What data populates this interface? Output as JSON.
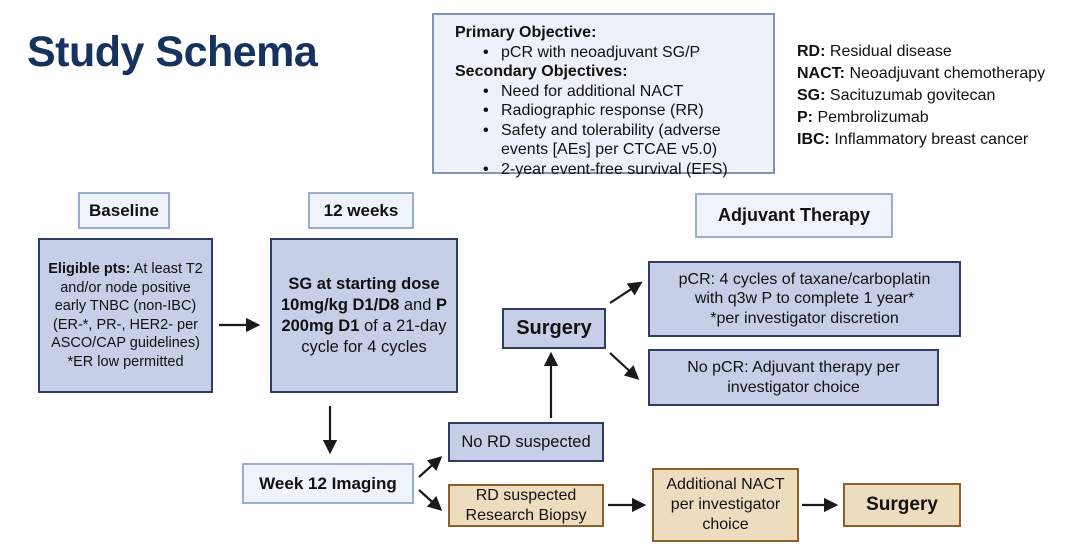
{
  "title": "Study Schema",
  "colors": {
    "title_navy": "#16325f",
    "node_blue_fill": "#c7cfe8",
    "node_blue_border": "#2f3c63",
    "label_light_fill": "#eff3fb",
    "label_light_border": "#9aadd0",
    "node_tan_fill": "#edddbe",
    "node_tan_border": "#8d5f2b",
    "arrow_black": "#1a1a1a"
  },
  "objectives": {
    "primary_label": "Primary Objective:",
    "primary_items": [
      "pCR with neoadjuvant SG/P"
    ],
    "secondary_label": "Secondary Objectives:",
    "secondary_items": [
      "Need for additional NACT",
      "Radiographic response (RR)",
      "Safety and tolerability (adverse events [AEs] per CTCAE v5.0)",
      "2-year event-free survival (EFS)"
    ]
  },
  "legend": [
    {
      "term": "RD:",
      "definition": "Residual disease"
    },
    {
      "term": "NACT:",
      "definition": "Neoadjuvant chemotherapy"
    },
    {
      "term": "SG:",
      "definition": "Sacituzumab govitecan"
    },
    {
      "term": "P:",
      "definition": "Pembrolizumab"
    },
    {
      "term": "IBC:",
      "definition": "Inflammatory breast cancer"
    }
  ],
  "stage_labels": {
    "baseline": "Baseline",
    "twelve_weeks": "12 weeks",
    "adjuvant_therapy": "Adjuvant Therapy"
  },
  "nodes": {
    "eligibility": {
      "bold": "Eligible pts:",
      "rest": " At least T2 and/or node positive early TNBC (non-IBC) (ER-*, PR-, HER2- per ASCO/CAP guidelines) *ER low permitted"
    },
    "treatment": {
      "seg1_bold": "SG at starting dose 10mg/kg D1/D8",
      "seg2": " and ",
      "seg3_bold": "P 200mg D1",
      "seg4": " of a 21-day cycle for 4 cycles"
    },
    "surgery": "Surgery",
    "pcr": {
      "line1": "pCR: 4 cycles of taxane/carboplatin",
      "line2": "with q3w P to complete 1 year*",
      "line3": "*per investigator discretion"
    },
    "no_pcr": {
      "line1": "No pCR: Adjuvant therapy per",
      "line2": "investigator choice"
    },
    "week12_imaging": "Week 12 Imaging",
    "no_rd": "No RD suspected",
    "rd_suspected": {
      "line1": "RD suspected",
      "line2": "Research Biopsy"
    },
    "additional_nact": {
      "line1": "Additional NACT",
      "line2": "per investigator",
      "line3": "choice"
    },
    "surgery_after_nact": "Surgery"
  }
}
